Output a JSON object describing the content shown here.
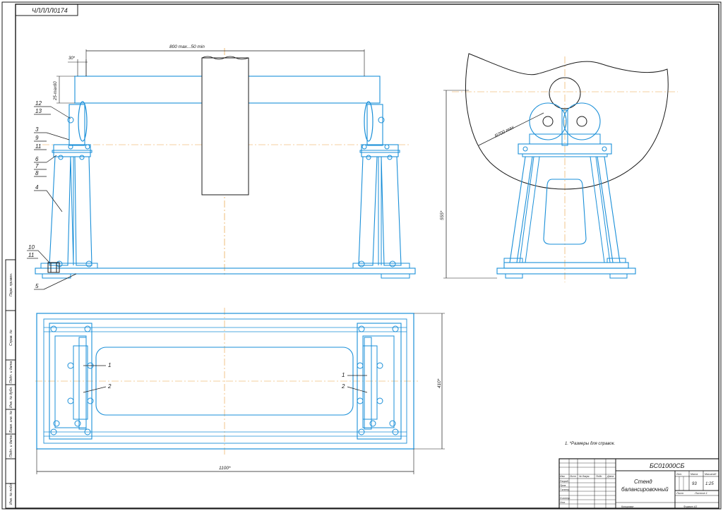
{
  "sheet": {
    "doc_code_top": "ЧЛЛЛЛ0174",
    "side_strip": [
      "Перв. примен.",
      "Справ. №",
      "Подп. и дата",
      "Инв. № дубл.",
      "Взам. инв. №",
      "Подп. и дата",
      "Инв. № подл."
    ]
  },
  "front_view": {
    "dim_width": "800 max...50 min",
    "dim_small": "30*",
    "dim_height_small": "25-max60",
    "callouts": [
      "12",
      "13",
      "3",
      "9",
      "11",
      "6",
      "7",
      "8",
      "4",
      "10",
      "11",
      "5"
    ]
  },
  "side_view": {
    "dim_radius": "R700 max",
    "dim_height": "555*"
  },
  "top_view": {
    "dim_length": "1100*",
    "dim_width": "410*",
    "callouts_left": [
      "1",
      "2"
    ],
    "callouts_right": [
      "1",
      "2"
    ]
  },
  "notes": {
    "note1": "1. *Размеры для справок."
  },
  "title_block": {
    "designation": "БС01000СБ",
    "name_line1": "Стенд",
    "name_line2": "балансировочный",
    "col_lit": "Лит.",
    "col_mass": "Масса",
    "col_scale": "Масштаб",
    "mass": "93",
    "scale": "1:25",
    "sheet_label": "Лист",
    "sheets_label": "Листов 1",
    "rows": [
      "Изм.",
      "Лист",
      "№ докум.",
      "Подп.",
      "Дата"
    ],
    "roles": [
      "Разраб.",
      "Пров.",
      "Т.контр.",
      "Н.контр.",
      "Утв."
    ],
    "copied": "Копировал",
    "format": "Формат A3"
  }
}
